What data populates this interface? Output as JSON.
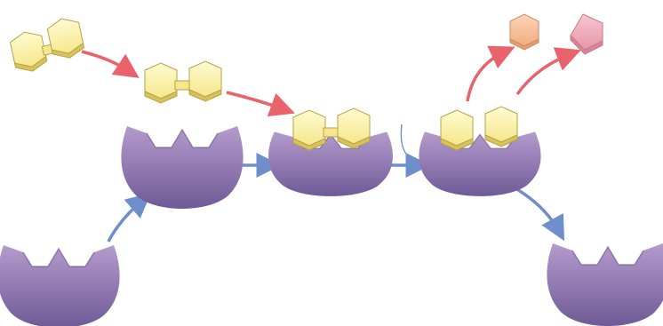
{
  "diagram": {
    "kind": "enzyme-substrate reaction cycle",
    "labels": [],
    "colors": {
      "enzyme_light": "#b49bcd",
      "enzyme_dark": "#6f5a96",
      "enzyme_inner": "#5a4779",
      "substrate_light": "#fdf3a6",
      "substrate_dark": "#d8c25a",
      "substrate_edge": "#a89440",
      "product_a_light": "#fbc9a6",
      "product_a_dark": "#e29e72",
      "product_b_light": "#f6b6c3",
      "product_b_dark": "#d98398",
      "arrow_red": "#e8636b",
      "arrow_blue": "#6f8fcb"
    },
    "stages": [
      {
        "name": "free-enzyme"
      },
      {
        "name": "substrate-approaching"
      },
      {
        "name": "enzyme-substrate-complex"
      },
      {
        "name": "enzyme-product-complex"
      },
      {
        "name": "released-products"
      },
      {
        "name": "regenerated-enzyme"
      }
    ]
  }
}
